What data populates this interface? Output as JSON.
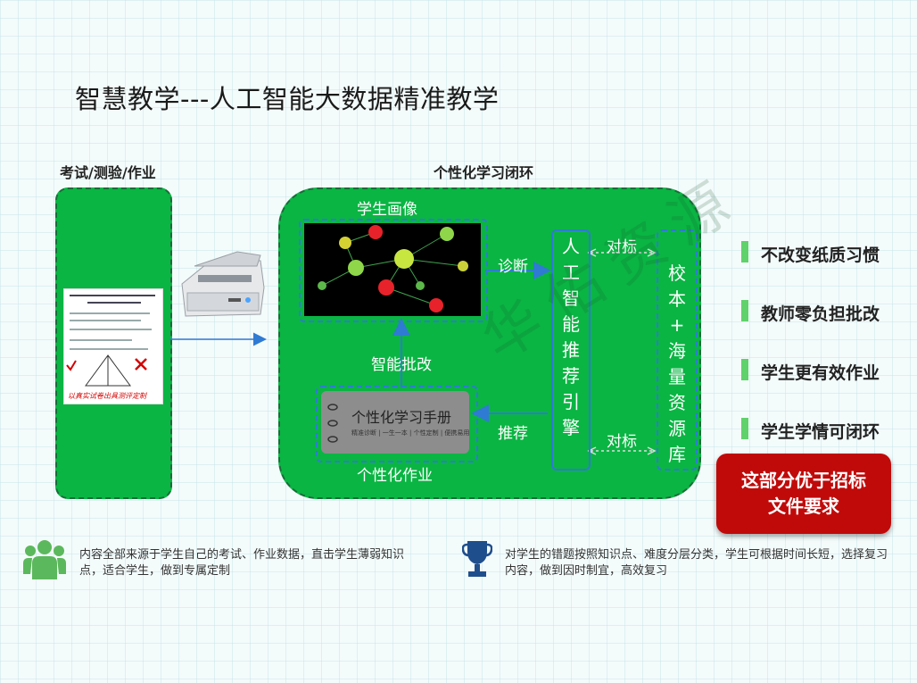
{
  "title": "智慧教学---人工智能大数据精准教学",
  "left_section_label": "考试/测验/作业",
  "main_section_label": "个性化学习闭环",
  "diagram": {
    "student_portrait": "学生画像",
    "smart_grading": "智能批改",
    "personal_homework": "个性化作业",
    "diagnose": "诊断",
    "recommend": "推荐",
    "benchmark_top": "对标",
    "benchmark_bottom": "对标",
    "engine_lines": [
      "人",
      "工",
      "智",
      "能",
      "推",
      "荐",
      "引",
      "擎"
    ],
    "library_lines": [
      "校",
      "本",
      "+",
      "海",
      "量",
      "资",
      "源",
      "库"
    ],
    "workbook_title": "个性化学习手册",
    "workbook_subtitle": "精准诊断 | 一生一本 | 个性定制 | 便携易用",
    "paper_footer": "以真实试卷出具测评定制"
  },
  "benefits": [
    "不改变纸质习惯",
    "教师零负担批改",
    "学生更有效作业",
    "学生学情可闭环"
  ],
  "highlight": [
    "这部分优于招标",
    "文件要求"
  ],
  "notes": [
    {
      "icon": "users-icon",
      "lines": [
        "内容全部来源于学生自己的考试、作业数据，直击学生薄弱知识",
        "点，适合学生，做到专属定制"
      ]
    },
    {
      "icon": "trophy-icon",
      "lines": [
        "对学生的错题按照知识点、难度分层分类，学生可根据时间长短，选择复习",
        "内容，做到因时制宜，高效复习"
      ]
    }
  ],
  "colors": {
    "panel_green": "#0ab543",
    "accent_blue": "#2f7bd3",
    "highlight_red": "#c00a0a",
    "bullet_green": "#5fd26b",
    "icon_green": "#5cb85c",
    "icon_navy": "#1f4e8c"
  }
}
